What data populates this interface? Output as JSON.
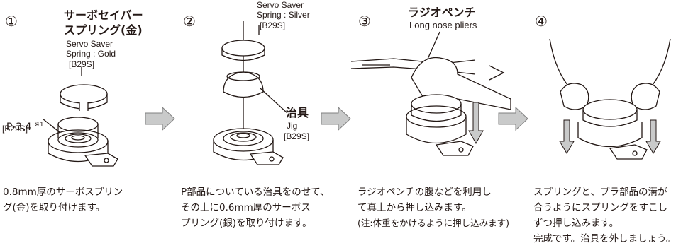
{
  "steps": [
    {
      "number": "①",
      "spring_label_jp_line1": "サーボセイバー",
      "spring_label_jp_line2": "スプリング(金)",
      "spring_label_en_1": "Servo Saver",
      "spring_label_en_2": "Spring : Gold",
      "spring_code": "[B29S]",
      "part_label": "P-3,4",
      "part_note": "※1",
      "part_code": "[B29S]",
      "desc_line1": "0.8mm厚のサーボスプリン",
      "desc_line2": "グ(金)を取り付けます。"
    },
    {
      "number": "②",
      "spring_label_en_1": "Servo Saver",
      "spring_label_en_2": "Spring : Silver",
      "spring_code": "[B29S]",
      "jig_label_jp": "治具",
      "jig_label_en": "Jig",
      "jig_code": "[B29S]",
      "desc_line1": "P部品についている治具をのせて、",
      "desc_line2": "その上に0.6mm厚のサーボス",
      "desc_line3": "プリング(銀)を取り付けます。"
    },
    {
      "number": "③",
      "tool_label_jp": "ラジオペンチ",
      "tool_label_en": "Long nose pliers",
      "desc_line1": "ラジオペンチの腹などを利用し",
      "desc_line2": "て真上から押し込みます。",
      "desc_line3": "(注:体重をかけるように押し込みます)"
    },
    {
      "number": "④",
      "desc_line1": "スプリングと、プラ部品の溝が",
      "desc_line2": "合うようにスプリングをすこし",
      "desc_line3": "ずつ押し込みます。",
      "desc_line4": "完成です。治具を外しましょう。"
    }
  ],
  "colors": {
    "arrow_fill": "#c9caca",
    "line": "#231815"
  },
  "icons": [
    "circled-number",
    "right-arrow-icon",
    "down-arrow-icon"
  ]
}
